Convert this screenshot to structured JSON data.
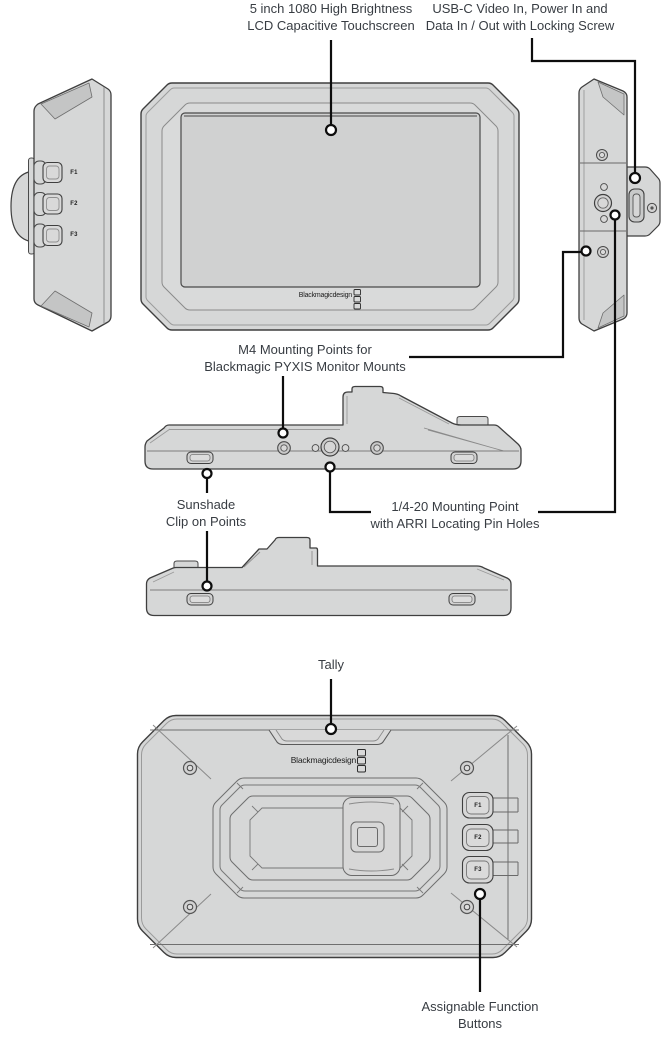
{
  "colors": {
    "background": "#ffffff",
    "device_body": "#d6d7d7",
    "device_shade": "#c4c5c5",
    "screen": "#d0d1d1",
    "outline": "#3f3f3f",
    "callout_line": "#0d0d0d",
    "label_text": "#383d43"
  },
  "callouts": {
    "touchscreen": {
      "line1": "5 inch 1080 High Brightness",
      "line2": "LCD Capacitive Touchscreen"
    },
    "usb_c": {
      "line1": "USB-C Video In, Power In and",
      "line2": "Data In / Out with Locking Screw"
    },
    "m4_mounts": {
      "line1": "M4 Mounting Points for",
      "line2": "Blackmagic PYXIS Monitor Mounts"
    },
    "sunshade": {
      "line1": "Sunshade",
      "line2": "Clip on Points"
    },
    "quarter_inch_mount": {
      "line1": "1/4-20 Mounting Point",
      "line2": "with ARRI Locating Pin Holes"
    },
    "tally": {
      "line1": "Tally"
    },
    "assignable_buttons": {
      "line1": "Assignable Function",
      "line2": "Buttons"
    }
  },
  "device": {
    "brand": "Blackmagicdesign",
    "function_buttons": [
      "F1",
      "F2",
      "F3"
    ]
  }
}
